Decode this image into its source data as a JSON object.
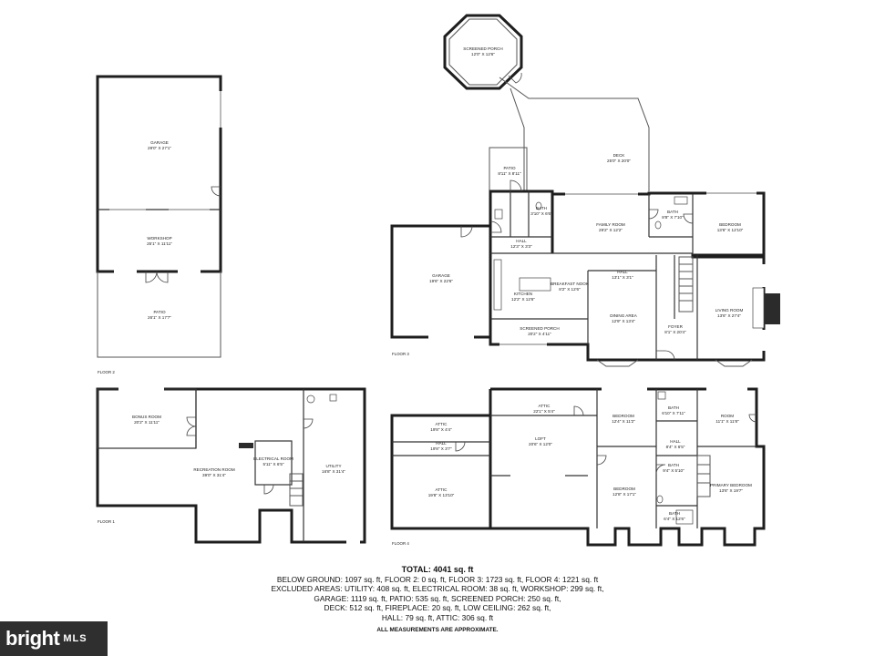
{
  "rooms": {
    "garage_f2": {
      "name": "GARAGE",
      "dims": "29'0\" X 27'1\""
    },
    "workshop": {
      "name": "WORKSHOP",
      "dims": "25'1\" X 11'11\""
    },
    "patio_f2": {
      "name": "PATIO",
      "dims": "26'1\" X 17'7\""
    },
    "screened_porch_top": {
      "name": "SCREENED PORCH",
      "dims": "12'0\" X 12'6\""
    },
    "deck": {
      "name": "DECK",
      "dims": "25'0\" X 20'0\""
    },
    "patio_f3": {
      "name": "PATIO",
      "dims": "8'11\" X 8'11\""
    },
    "bath_f3a": {
      "name": "BATH",
      "dims": "3'10\" X 6'6\""
    },
    "family_room": {
      "name": "FAMILY ROOM",
      "dims": "29'2\" X 12'2\""
    },
    "bath_f3b": {
      "name": "BATH",
      "dims": "8'8\" X 7'10\""
    },
    "bedroom_f3": {
      "name": "BEDROOM",
      "dims": "13'6\" X 12'10\""
    },
    "hall_f3a": {
      "name": "HALL",
      "dims": "12'3\" X 3'3\""
    },
    "hall_f3b": {
      "name": "HALL",
      "dims": "13'1\" X 3'1\""
    },
    "garage_f3": {
      "name": "GARAGE",
      "dims": "19'6\" X 22'6\""
    },
    "breakfast_nook": {
      "name": "BREAKFAST NOOK",
      "dims": "8'2\" X 12'6\""
    },
    "kitchen": {
      "name": "KITCHEN",
      "dims": "12'2\" X 12'6\""
    },
    "dining_area": {
      "name": "DINING AREA",
      "dims": "12'9\" X 13'4\""
    },
    "living_room": {
      "name": "LIVING ROOM",
      "dims": "13'6\" X 27'4\""
    },
    "foyer": {
      "name": "FOYER",
      "dims": "8'1\" X 20'4\""
    },
    "screened_porch_f3": {
      "name": "SCREENED PORCH",
      "dims": "20'2\" X 4'11\""
    },
    "bonus_room": {
      "name": "BONUS ROOM",
      "dims": "20'2\" X 11'11\""
    },
    "recreation_room": {
      "name": "RECREATION ROOM",
      "dims": "39'0\" X 31'4\""
    },
    "electrical_room": {
      "name": "ELECTRICAL ROOM",
      "dims": "5'11\" X 6'5\""
    },
    "utility": {
      "name": "UTILITY",
      "dims": "16'8\" X 31'4\""
    },
    "attic_a": {
      "name": "ATTIC",
      "dims": "22'1\" X 5'4\""
    },
    "attic_b": {
      "name": "ATTIC",
      "dims": "19'8\" X 4'4\""
    },
    "hall_f4a": {
      "name": "HALL",
      "dims": "19'8\" X 3'7\""
    },
    "attic_c": {
      "name": "ATTIC",
      "dims": "19'8\" X 13'10\""
    },
    "loft": {
      "name": "LOFT",
      "dims": "20'6\" X 12'0\""
    },
    "bedroom_f4a": {
      "name": "BEDROOM",
      "dims": "12'4\" X 11'2\""
    },
    "bath_f4a": {
      "name": "BATH",
      "dims": "6'10\" X 7'11\""
    },
    "room": {
      "name": "ROOM",
      "dims": "11'1\" X 11'8\""
    },
    "hall_f4b": {
      "name": "HALL",
      "dims": "8'4\" X 6'5\""
    },
    "bath_f4b": {
      "name": "BATH",
      "dims": "9'4\" X 5'10\""
    },
    "bedroom_f4b": {
      "name": "BEDROOM",
      "dims": "12'8\" X 17'1\""
    },
    "primary_bedroom": {
      "name": "PRIMARY BEDROOM",
      "dims": "13'6\" X 19'7\""
    },
    "bath_f4c": {
      "name": "BATH",
      "dims": "6'4\" X 12'6\""
    }
  },
  "floor_labels": {
    "floor2": "FLOOR 2",
    "floor3": "FLOOR 3",
    "floor1": "FLOOR 1",
    "floor4": "FLOOR 4"
  },
  "summary": {
    "total": "TOTAL: 4041 sq. ft",
    "line1": "BELOW GROUND: 1097 sq. ft, FLOOR 2: 0 sq. ft, FLOOR 3: 1723 sq. ft, FLOOR 4: 1221 sq. ft",
    "line2": "EXCLUDED AREAS: UTILITY: 408 sq. ft, ELECTRICAL ROOM: 38 sq. ft, WORKSHOP: 299 sq. ft,",
    "line3": "GARAGE: 1119 sq. ft, PATIO: 535 sq. ft, SCREENED PORCH: 250 sq. ft,",
    "line4": "DECK: 512 sq. ft, FIREPLACE: 20 sq. ft, LOW CEILING: 262 sq. ft,",
    "line5": "HALL: 79 sq. ft, ATTIC: 306 sq. ft",
    "note": "ALL MEASUREMENTS ARE APPROXIMATE."
  },
  "brand": {
    "name": "bright",
    "suffix": "MLS"
  }
}
